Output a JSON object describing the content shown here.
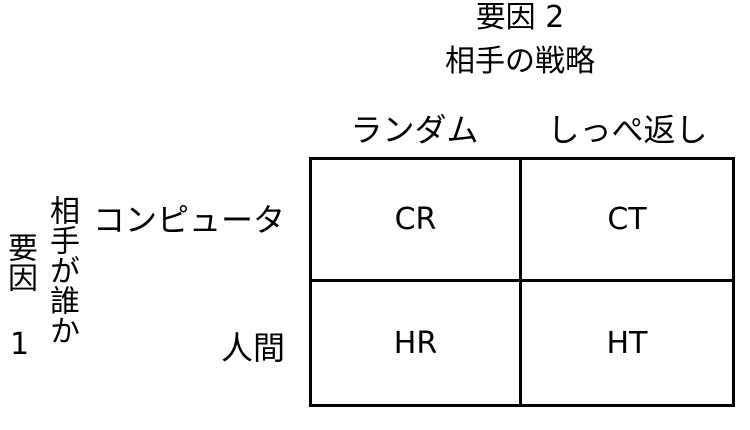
{
  "factor2": {
    "title": "要因 2",
    "name": "相手の戦略",
    "levels": [
      "ランダム",
      "しっぺ返し"
    ]
  },
  "factor1": {
    "title": "要因 1",
    "name": "相手が誰か",
    "levels": [
      "コンピュータ",
      "人間"
    ]
  },
  "cells": [
    [
      "CR",
      "CT"
    ],
    [
      "HR",
      "HT"
    ]
  ]
}
